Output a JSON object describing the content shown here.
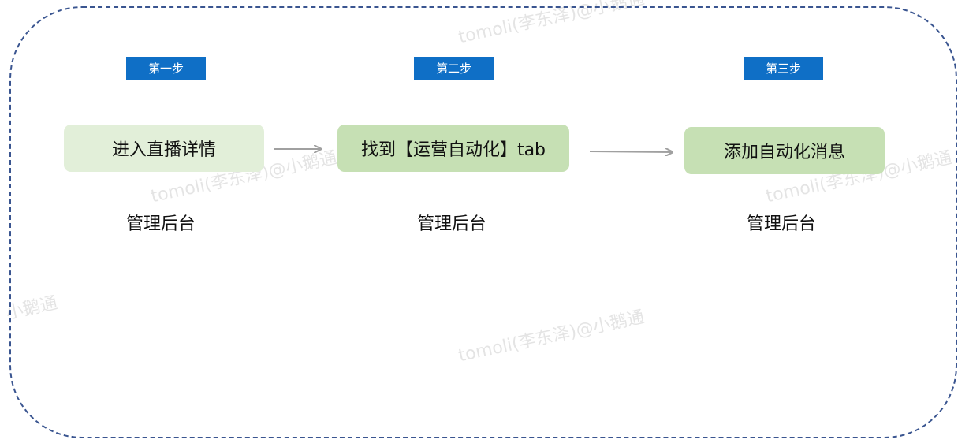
{
  "steps": [
    {
      "tag": "第一步",
      "node": "进入直播详情",
      "sub": "管理后台"
    },
    {
      "tag": "第二步",
      "node": "找到【运营自动化】tab",
      "sub": "管理后台"
    },
    {
      "tag": "第三步",
      "node": "添加自动化消息",
      "sub": "管理后台"
    }
  ],
  "watermark": {
    "text": "tomoli(李东泽)@小鹅通",
    "fragment_left": "小鹅通"
  },
  "colors": {
    "frame_border": "#3a5590",
    "step_tag_bg": "#0f6fc6",
    "node_light": "#e2efd9",
    "node_mid": "#c6e0b4",
    "arrow": "#a0a0a0"
  }
}
